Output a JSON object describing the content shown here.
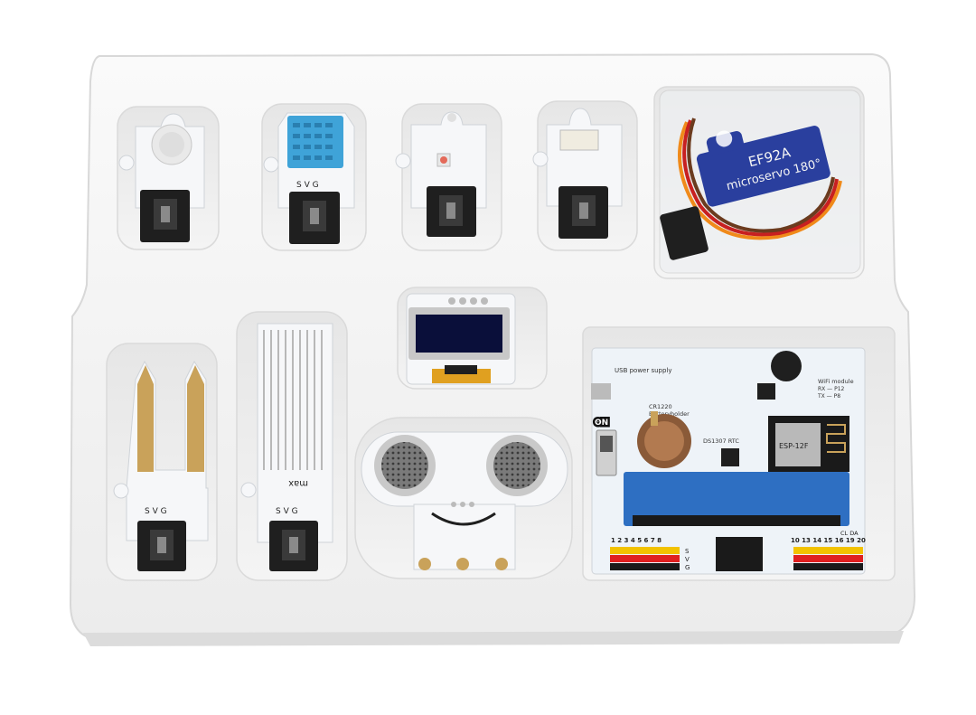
{
  "scene": {
    "description_alt": "",
    "servo": {
      "model": "EF92A",
      "caption": "microservo 180°"
    },
    "sensor_labels": {
      "moisture_pins": "S V G",
      "water_pins": "S V G",
      "water_max": "max",
      "dht_pins": "S V G"
    },
    "board": {
      "usb_label": "USB power supply",
      "on_label": "ON",
      "battery_label_line1": "CR1220",
      "battery_label_line2": "Batteryholder",
      "rtc_label": "DS1307 RTC",
      "wifi_label": "WiFi module",
      "wifi_rx": "RX — P12",
      "wifi_tx": "TX — P8",
      "esp_label": "ESP-12F",
      "left_header_numbers": "1 2 3 4 5 6 7 8",
      "right_header_numbers": "10 13 14 15 16 19 20",
      "right_header_top": "CL DA",
      "row_labels": [
        "S",
        "V",
        "G"
      ]
    }
  },
  "colors": {
    "tray": "#f4f4f4",
    "tray_shadow": "#d9d9d9",
    "pcb": "#f7f8fa",
    "connector": "#1f1f1f",
    "dht_blue": "#3fa3d8",
    "oled_frame": "#c8c8c8",
    "oled_screen": "#0a0f3a",
    "edge_connector": "#2e6fc2",
    "gold": "#c9a25a",
    "header_yellow": "#f2c200",
    "header_red": "#e02020",
    "servo_blue": "#2a3f9e",
    "servo_wire_orange": "#f08a1a",
    "servo_wire_red": "#c82020",
    "servo_wire_brown": "#6b3b1e"
  }
}
